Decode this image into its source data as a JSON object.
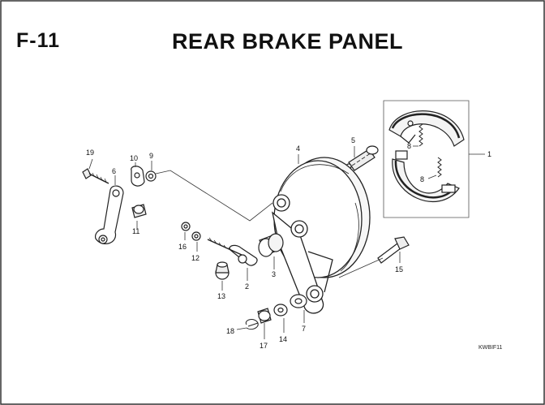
{
  "header": {
    "section_code": "F-11",
    "title": "REAR BRAKE PANEL"
  },
  "diagram_ref": "KWBIF11",
  "callouts": [
    {
      "id": "c1",
      "label": "1"
    },
    {
      "id": "c2",
      "label": "2"
    },
    {
      "id": "c3",
      "label": "3"
    },
    {
      "id": "c4",
      "label": "4"
    },
    {
      "id": "c5",
      "label": "5"
    },
    {
      "id": "c6",
      "label": "6"
    },
    {
      "id": "c7",
      "label": "7"
    },
    {
      "id": "c8a",
      "label": "8"
    },
    {
      "id": "c8b",
      "label": "8"
    },
    {
      "id": "c9",
      "label": "9"
    },
    {
      "id": "c10",
      "label": "10"
    },
    {
      "id": "c11",
      "label": "11"
    },
    {
      "id": "c12",
      "label": "12"
    },
    {
      "id": "c13",
      "label": "13"
    },
    {
      "id": "c14",
      "label": "14"
    },
    {
      "id": "c15",
      "label": "15"
    },
    {
      "id": "c16",
      "label": "16"
    },
    {
      "id": "c17",
      "label": "17"
    },
    {
      "id": "c18",
      "label": "18"
    },
    {
      "id": "c19",
      "label": "19"
    }
  ]
}
